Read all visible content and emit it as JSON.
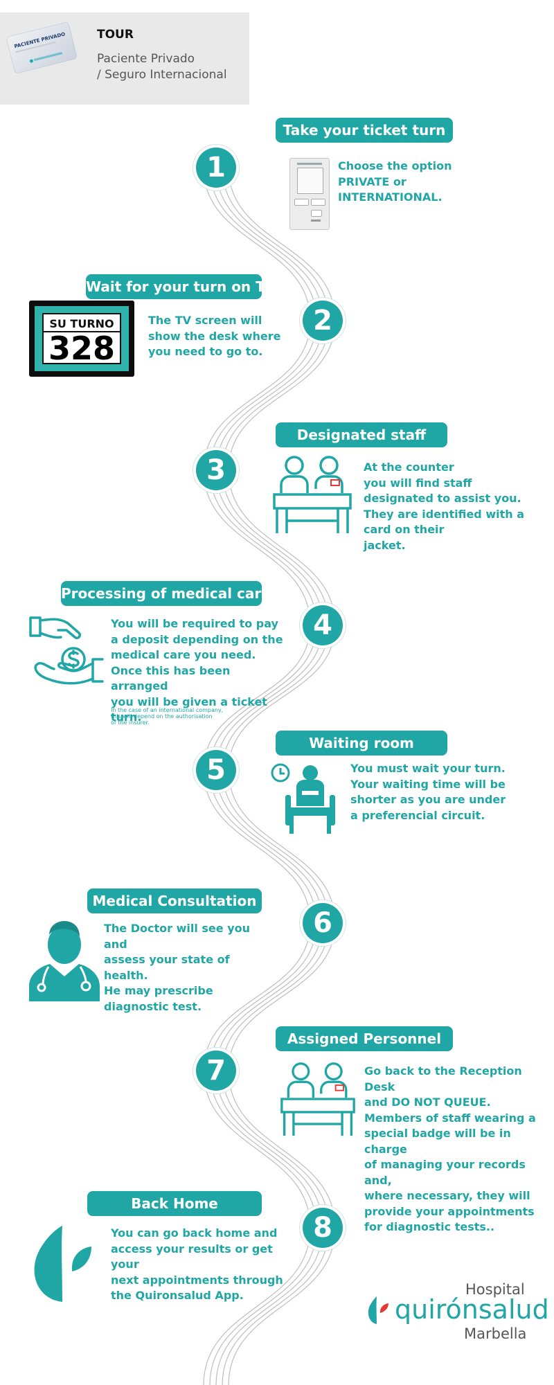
{
  "header": {
    "card_brand": "Hospital quirónsalud Marbella",
    "title": "TOUR",
    "subtitle_line1": "Paciente Privado",
    "subtitle_line2": "/ Seguro Internacional",
    "card_label": "PACIENTE PRIVADO"
  },
  "colors": {
    "teal": "#21a6a6",
    "dark": "#111111",
    "gray": "#555555"
  },
  "steps": [
    {
      "number": "1",
      "title": "Take your ticket turn",
      "text": [
        "Choose the option",
        "PRIVATE or",
        "INTERNATIONAL."
      ],
      "icon": "ticket-kiosk-icon"
    },
    {
      "number": "2",
      "title": "Wait for your turn on TV",
      "text": [
        "The TV screen will",
        "show the desk where",
        "you need to go to."
      ],
      "icon": "tv-screen-icon",
      "tv_label": "SU TURNO",
      "tv_number": "328"
    },
    {
      "number": "3",
      "title": "Designated staff",
      "text": [
        "At the counter",
        "you will find staff",
        "designated to assist you.",
        "They are identified with a",
        "card on their",
        "jacket."
      ],
      "icon": "reception-desk-icon"
    },
    {
      "number": "4",
      "title": "Processing of medical care",
      "text": [
        "You will be required to pay",
        "a deposit depending on the",
        "medical care you need.",
        "Once this has been arranged",
        "you will be given a ticket turn."
      ],
      "note": [
        "In the case of an international company,",
        "this will depend on the authorisation",
        "of the insurer."
      ],
      "icon": "payment-hand-icon"
    },
    {
      "number": "5",
      "title": "Waiting room",
      "text": [
        "You must wait your turn.",
        "Your waiting time will be",
        "shorter as you are under",
        "a preferencial circuit."
      ],
      "icon": "waiting-room-icon"
    },
    {
      "number": "6",
      "title": "Medical Consultation",
      "text": [
        "The Doctor will see you and",
        "assess your state of health.",
        "He may prescribe",
        "diagnostic test."
      ],
      "icon": "doctor-icon"
    },
    {
      "number": "7",
      "title": "Assigned Personnel",
      "text": [
        "Go back to the Reception Desk",
        "and DO NOT QUEUE.",
        "Members of staff wearing a",
        "special badge will be in charge",
        "of managing your records and,",
        "where necessary, they will",
        "provide your appointments",
        "for  diagnostic tests.."
      ],
      "icon": "reception-desk-icon"
    },
    {
      "number": "8",
      "title": "Back Home",
      "text": [
        "You can go back home and",
        "access your results  or get your",
        "next appointments through",
        "the Quironsalud App."
      ],
      "icon": "quironsalud-leaf-icon"
    }
  ],
  "brand": {
    "line1": "Hospital",
    "name": "quirónsalud",
    "line3": "Marbella"
  }
}
